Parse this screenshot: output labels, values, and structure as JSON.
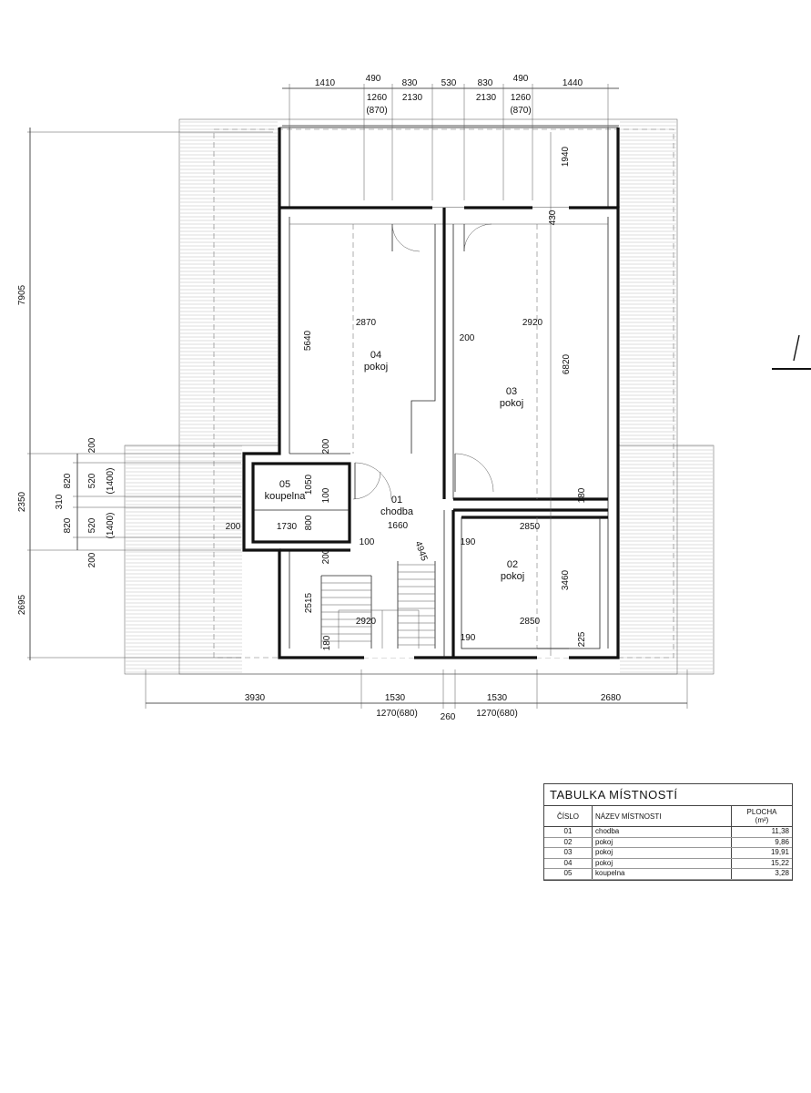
{
  "rooms": [
    {
      "id": "04",
      "name": "pokoj"
    },
    {
      "id": "03",
      "name": "pokoj"
    },
    {
      "id": "05",
      "name": "koupelna"
    },
    {
      "id": "01",
      "name": "chodba"
    },
    {
      "id": "02",
      "name": "pokoj"
    }
  ],
  "dimensions": {
    "top_row1": [
      "1410",
      "490",
      "830",
      "530",
      "830",
      "490",
      "1440"
    ],
    "top_row2": [
      "1260",
      "2130",
      "2130",
      "1260"
    ],
    "top_row3": [
      "(870)",
      "(870)"
    ],
    "right": [
      "1940",
      "430",
      "6820",
      "180",
      "3460",
      "225"
    ],
    "left_outer": [
      "7905",
      "2350",
      "2695"
    ],
    "left_inner": [
      "200",
      "820",
      "310",
      "820",
      "200"
    ],
    "left_inner2": [
      "520",
      "(1400)",
      "520",
      "(1400)"
    ],
    "bottom_row1": [
      "3930",
      "1530",
      "1530",
      "2680"
    ],
    "bottom_row2": [
      "1270(680)",
      "260",
      "1270(680)"
    ],
    "interior": {
      "w_2870": "2870",
      "w_2920_top": "2920",
      "h_5640": "5640",
      "w_200_a": "200",
      "w_200_b": "200",
      "h_1050": "1050",
      "h_100": "100",
      "h_800": "800",
      "w_1730": "1730",
      "w_200_c": "200",
      "w_1660": "1660",
      "w_100": "100",
      "d_4945": "4945",
      "w_190_a": "190",
      "w_2850_a": "2850",
      "h_200_d": "200",
      "h_2515": "2515",
      "w_2920_bot": "2920",
      "w_190_b": "190",
      "w_2850_b": "2850",
      "h_180": "180"
    }
  },
  "legend": {
    "title": "TABULKA MÍSTNOSTÍ",
    "headers": {
      "number": "ČÍSLO",
      "name": "NÁZEV MÍSTNOSTI",
      "area": "PLOCHA",
      "area_unit": "(m²)"
    },
    "rows": [
      {
        "number": "01",
        "name": "chodba",
        "area": "11,38"
      },
      {
        "number": "02",
        "name": "pokoj",
        "area": "9,86"
      },
      {
        "number": "03",
        "name": "pokoj",
        "area": "19,91"
      },
      {
        "number": "04",
        "name": "pokoj",
        "area": "15,22"
      },
      {
        "number": "05",
        "name": "koupelna",
        "area": "3,28"
      }
    ]
  }
}
